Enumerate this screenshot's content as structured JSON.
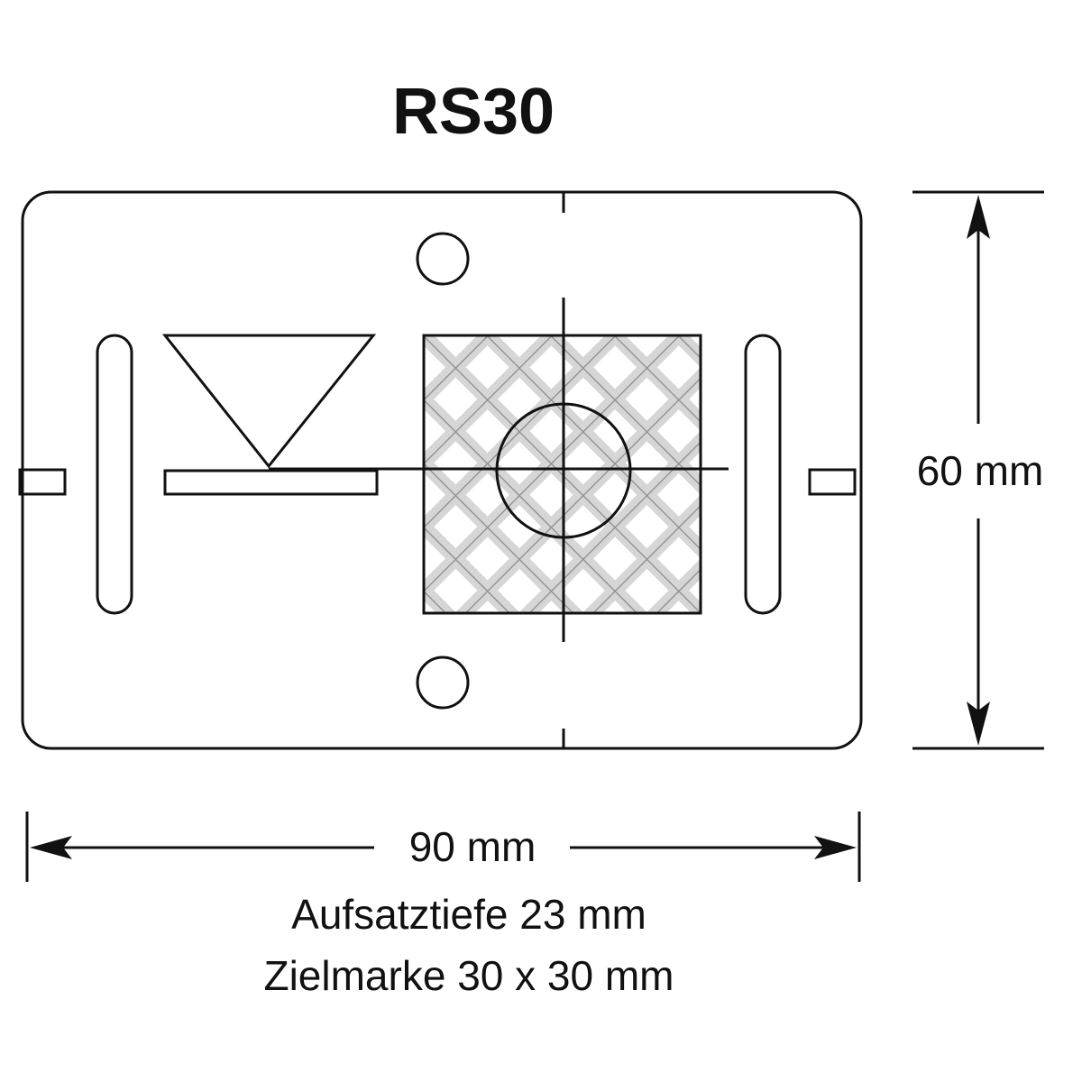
{
  "title": "RS30",
  "dimensions": {
    "height_label": "60 mm",
    "width_label": "90 mm",
    "depth_label": "Aufsatztiefe 23 mm",
    "target_label": "Zielmarke 30 x 30 mm"
  },
  "colors": {
    "line": "#111111",
    "reflector_gray": "#d6d6d6",
    "pattern_line": "#8a8a8a"
  }
}
